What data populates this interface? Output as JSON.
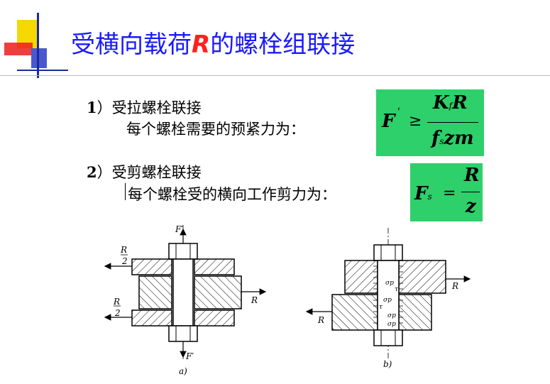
{
  "title": {
    "prefix": "受横向载荷",
    "r": "R",
    "suffix": "的螺栓组联接"
  },
  "items": [
    {
      "num": "1",
      "heading": "）受拉螺栓联接",
      "desc": "每个螺栓需要的预紧力为："
    },
    {
      "num": "2",
      "heading": "）受剪螺栓联接",
      "desc": "每个螺栓受的横向工作剪力为："
    }
  ],
  "formula1": {
    "lhs": "F",
    "prime": "'",
    "op": "≥",
    "num_k": "K",
    "num_sub": "f",
    "num_r": "R",
    "den_f": "f",
    "den_sub": "s",
    "den_rest": "zm"
  },
  "formula2": {
    "lhs": "F",
    "lhs_sub": "s",
    "op": "=",
    "num": "R",
    "den": "z"
  },
  "figure": {
    "a": {
      "top_force": "F′",
      "bottom_force": "F′",
      "r_left_top": "R",
      "r_left_top_den": "2",
      "r_left_bottom": "R",
      "r_left_bottom_den": "2",
      "r_right": "R",
      "caption": "a)"
    },
    "b": {
      "r_right": "R",
      "r_left": "R",
      "caption": "b)",
      "labels": [
        "σp",
        "τ",
        "σp",
        "τ",
        "σp",
        "σp"
      ]
    }
  },
  "colors": {
    "title": "#1a1aff",
    "title_r": "#ff2020",
    "formula_bg": "#2dd06a"
  }
}
